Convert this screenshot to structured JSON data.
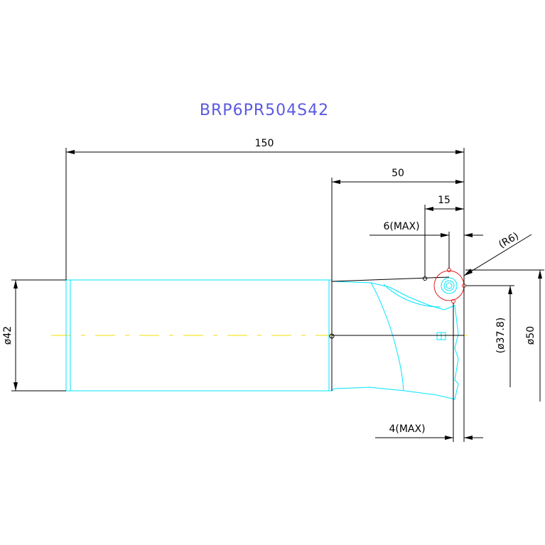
{
  "title": "BRP6PR504S42",
  "dimensions": {
    "overall_length": "150",
    "head_length": "50",
    "insert_offset": "15",
    "depth_max": "6(MAX)",
    "radius": "(R6)",
    "shank_diameter": "ø42",
    "bore_diameter": "(ø37.8)",
    "cut_diameter": "ø50",
    "clearance_max": "4(MAX)"
  },
  "colors": {
    "title": "#5a5ae0",
    "body": "#00e5ff",
    "centerline": "#f2e200",
    "insert": "#e02020",
    "dimension": "#000000"
  }
}
